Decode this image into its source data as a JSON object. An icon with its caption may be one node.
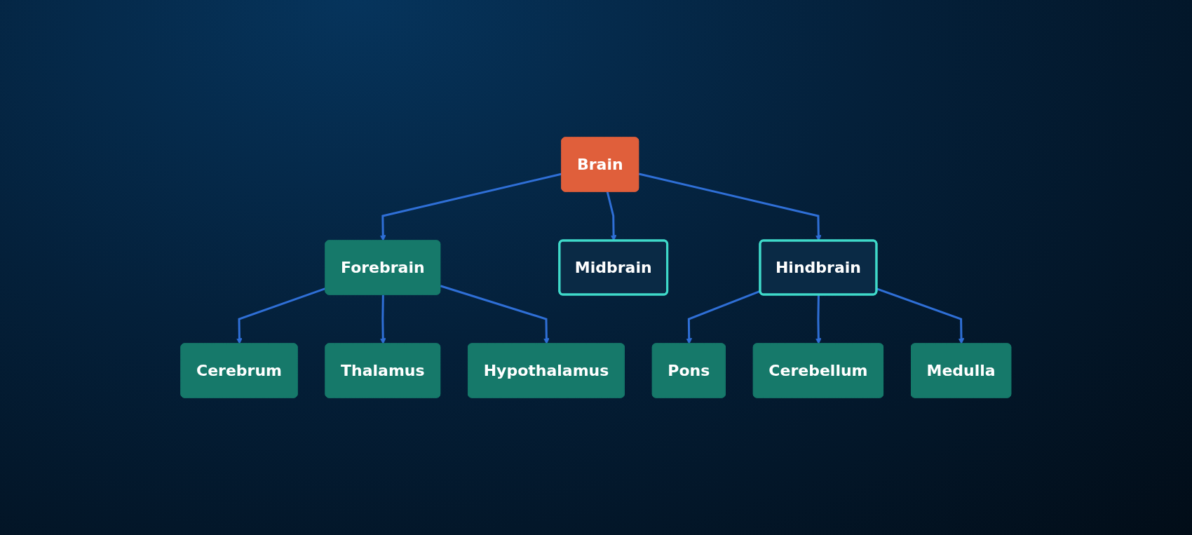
{
  "diagram": {
    "nodes": [
      {
        "text": [
          "Brain"
        ]
      },
      {
        "text": [
          "Forebrain"
        ]
      },
      {
        "text": [
          "Midbrain"
        ]
      },
      {
        "text": [
          "Hindbrain"
        ]
      },
      {
        "text": [
          "Cerebrum"
        ]
      },
      {
        "text": [
          "Thalamus"
        ]
      },
      {
        "text": [
          "Hypothalamus"
        ]
      },
      {
        "text": [
          "Pons"
        ]
      },
      {
        "text": [
          "Cerebellum"
        ]
      },
      {
        "text": [
          "Medulla"
        ]
      }
    ],
    "edges": [
      {
        "from": 0,
        "to": 1,
        "arrow": "to"
      },
      {
        "from": 0,
        "to": 2,
        "arrow": "to"
      },
      {
        "from": 0,
        "to": 3,
        "arrow": "to"
      },
      {
        "from": 1,
        "to": 4,
        "arrow": "to"
      },
      {
        "from": 1,
        "to": 5,
        "arrow": "to"
      },
      {
        "from": 1,
        "to": 6,
        "arrow": "to"
      },
      {
        "from": 3,
        "to": 7,
        "arrow": "to"
      },
      {
        "from": 3,
        "to": 8,
        "arrow": "to"
      },
      {
        "from": 3,
        "to": 9,
        "arrow": "to"
      }
    ]
  }
}
